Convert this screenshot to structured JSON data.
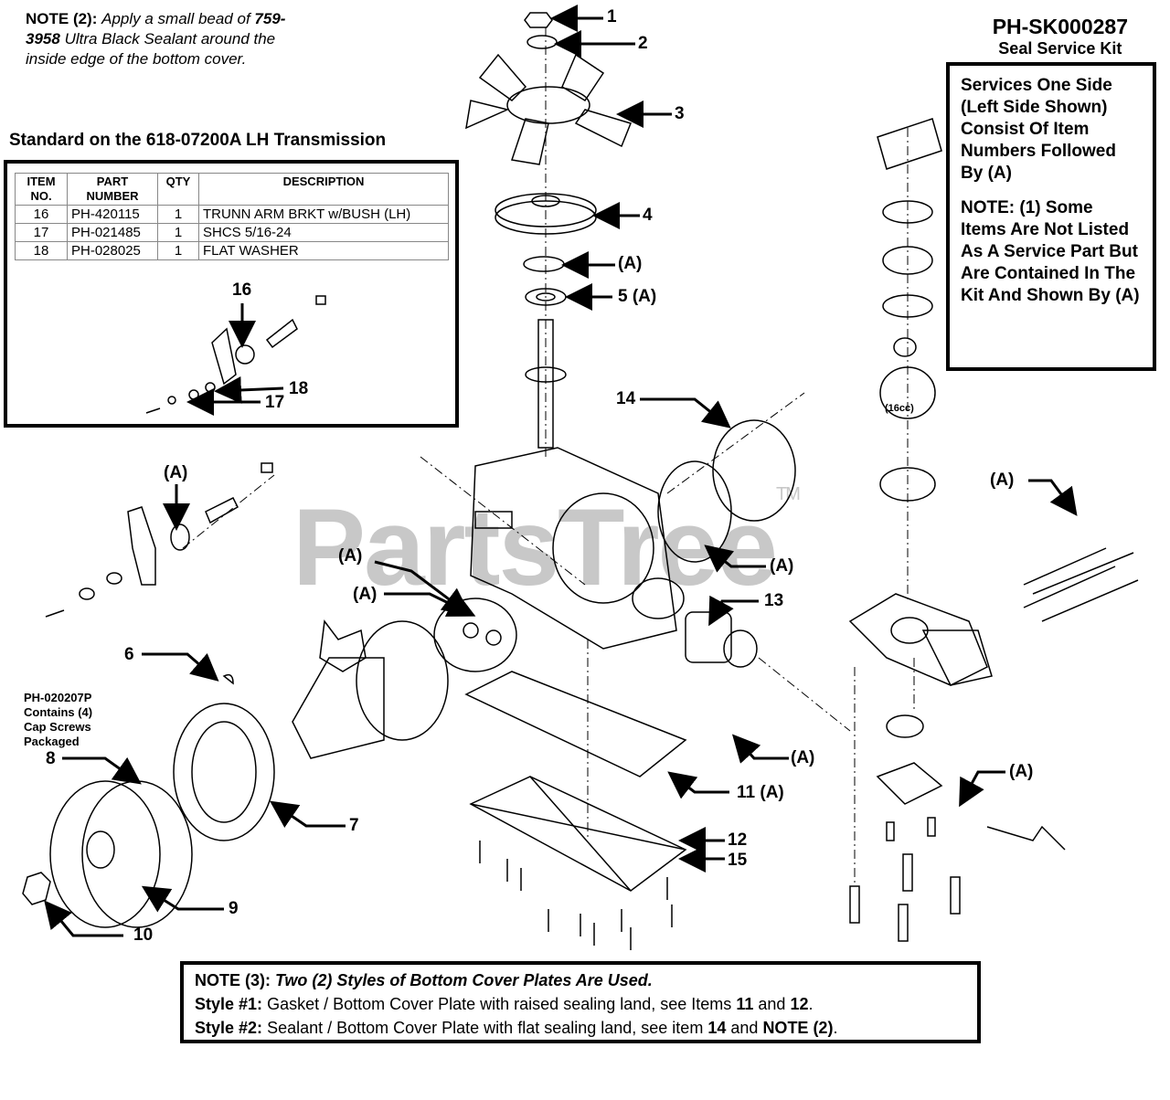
{
  "watermark": {
    "text": "PartsTree",
    "tm": "TM"
  },
  "note2": {
    "label": "NOTE (2):",
    "text_a": "Apply a small bead of",
    "part": "759-3958",
    "text_b": "Ultra Black Sealant around the inside edge of the bottom cover."
  },
  "kit": {
    "part_number": "PH-SK000287",
    "name": "Seal Service Kit",
    "services": "Services One Side (Left Side Shown) Consist Of Item Numbers Followed By (A)",
    "note1": "NOTE: (1) Some Items Are Not Listed As A Service Part But Are Contained In The Kit And Shown By (A)"
  },
  "standard": {
    "title": "Standard on the 618-07200A LH Transmission",
    "headers": {
      "item": "ITEM NO.",
      "part": "PART NUMBER",
      "qty": "QTY",
      "desc": "DESCRIPTION"
    },
    "rows": [
      {
        "item": "16",
        "part": "PH-420115",
        "qty": "1",
        "desc": "TRUNN ARM BRKT w/BUSH (LH)"
      },
      {
        "item": "17",
        "part": "PH-021485",
        "qty": "1",
        "desc": "SHCS 5/16-24"
      },
      {
        "item": "18",
        "part": "PH-028025",
        "qty": "1",
        "desc": "FLAT WASHER"
      }
    ],
    "callouts": [
      "16",
      "18",
      "17"
    ]
  },
  "cap_screw_note": "PH-020207P Contains (4) Cap Screws Packaged",
  "callouts": {
    "c1": "1",
    "c2": "2",
    "c3": "3",
    "c4": "4",
    "a_top": "(A)",
    "c5": "5 (A)",
    "c14": "14",
    "c13": "13",
    "c6": "6",
    "c7": "7",
    "c8": "8",
    "c9": "9",
    "c10": "10",
    "c11": "11 (A)",
    "c12": "12",
    "c15": "15",
    "a_left": "(A)",
    "a_mid1": "(A)",
    "a_mid2": "(A)",
    "a_cover": "(A)",
    "a_right_top": "(A)",
    "a_right_mid": "(A)",
    "a_right_bot": "(A)",
    "cc16": "(16cc)"
  },
  "note3": {
    "label": "NOTE (3):",
    "text": "Two (2) Styles of Bottom Cover Plates Are Used.",
    "s1_label": "Style #1:",
    "s1_a": "Gasket / Bottom Cover Plate with raised sealing land, see Items",
    "s1_i1": "11",
    "s1_and": "and",
    "s1_i2": "12",
    "s1_end": ".",
    "s2_label": "Style #2:",
    "s2_a": "Sealant / Bottom Cover Plate with flat sealing land, see item",
    "s2_i1": "14",
    "s2_and": "and",
    "s2_note": "NOTE (2)",
    "s2_end": "."
  }
}
